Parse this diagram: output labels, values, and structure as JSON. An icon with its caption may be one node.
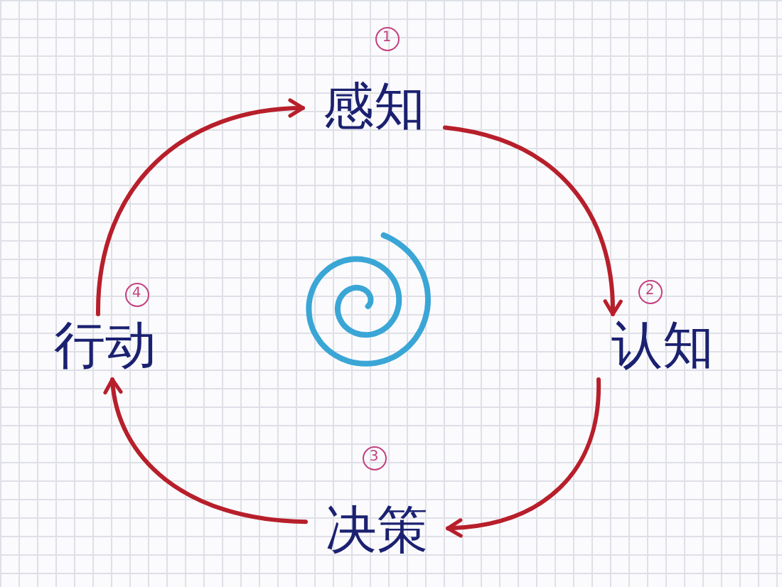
{
  "diagram": {
    "nodes": [
      {
        "text": [
          "感知"
        ],
        "beside": [
          "1"
        ]
      },
      {
        "text": [
          "认知"
        ],
        "beside": [
          "2"
        ]
      },
      {
        "text": [
          "决策"
        ],
        "beside": [
          "3"
        ]
      },
      {
        "text": [
          "行动"
        ],
        "beside": [
          "4"
        ]
      }
    ],
    "edges": [
      {
        "from": 0,
        "to": 1,
        "arrow": "to"
      },
      {
        "from": 1,
        "to": 2,
        "arrow": "to"
      },
      {
        "from": 2,
        "to": 3,
        "arrow": "to"
      },
      {
        "from": 3,
        "to": 0,
        "arrow": "to"
      }
    ]
  }
}
